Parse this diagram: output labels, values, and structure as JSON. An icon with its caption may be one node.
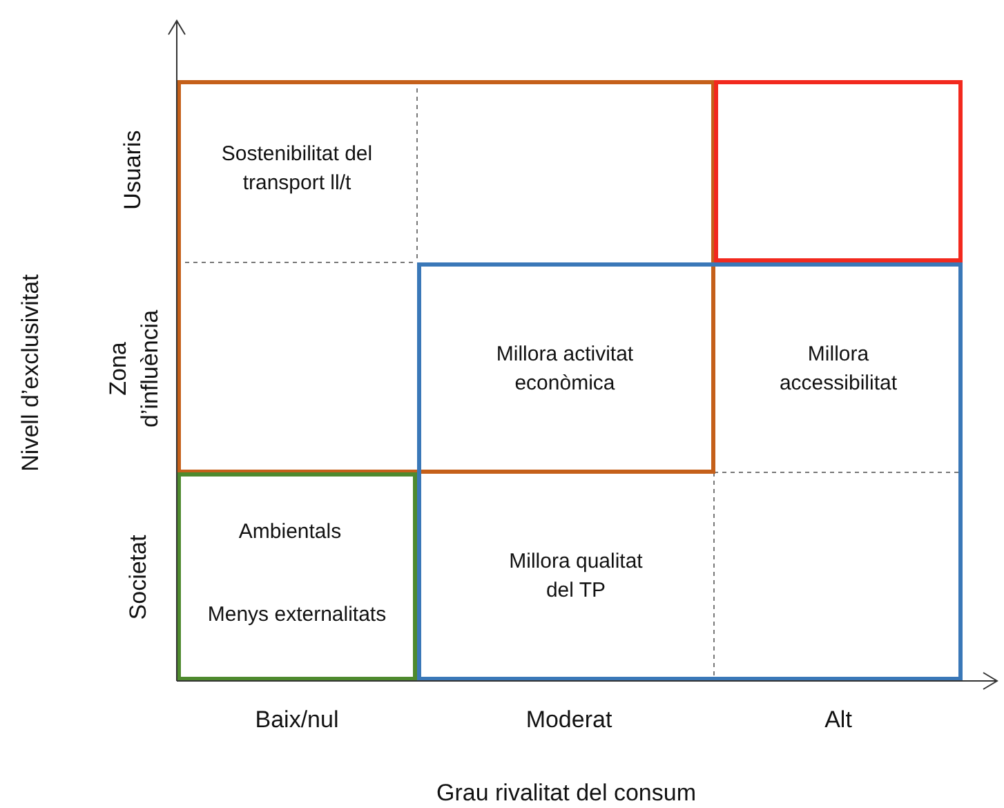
{
  "diagram": {
    "nodes": [
      {
        "text": [],
        "shape": "box"
      }
    ],
    "labels": [
      "Nivell d’exclusivitat",
      "Usuaris",
      "Sostenibilitat del transport ll/t",
      "Zona d’influència",
      "Millora activitat econòmica",
      "Millora accessibilitat",
      "Societat",
      "Ambientals",
      "Menys externalitats",
      "Millora qualitat del TP",
      "Baix/nul",
      "Moderat",
      "Alt",
      "Grau rivalitat del consum"
    ]
  }
}
